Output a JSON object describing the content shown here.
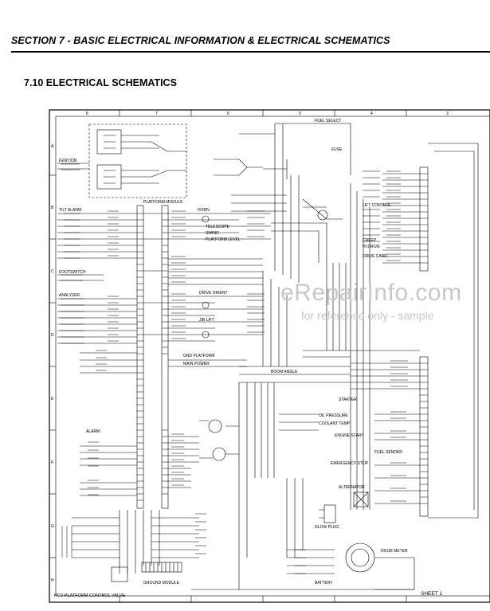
{
  "header": {
    "section_title": "SECTION 7 - BASIC ELECTRICAL INFORMATION & ELECTRICAL SCHEMATICS"
  },
  "page": {
    "subsection_title": "7.10 ELECTRICAL SCHEMATICS"
  },
  "watermark": {
    "main": "eRepairInfo.com",
    "sub": "for reference only - sample"
  },
  "schematic": {
    "sheet_label": "SHEET 1",
    "valve_label": "PCV-PLATFORM CONTROL VALVE",
    "grid_columns": [
      "8",
      "7",
      "6",
      "5",
      "4",
      "3"
    ],
    "grid_rows": [
      "A",
      "B",
      "C",
      "D",
      "E",
      "F",
      "G",
      "H"
    ],
    "labels": {
      "platform_module": "PLATFORM MODULE",
      "ground_module": "GROUND MODULE",
      "tilt_alarm": "TILT ALARM",
      "footswitch": "FOOTSWITCH",
      "analyzer": "ANALYZER",
      "ignition": "IGNITION",
      "horn": "HORN",
      "drive_card": "DRIVE CARD",
      "fuel_select": "FUEL SELECT",
      "starter": "STARTER",
      "engine_start": "ENGINE START",
      "gnd_platform": "GND PLATFORM",
      "emergency_stop": "EMERGENCY STOP",
      "boom_angle": "BOOM ANGLE",
      "drive_orient": "DRIVE ORIENT",
      "jib_lift": "JIB LIFT",
      "telescope": "TELESCOPE",
      "swing": "SWING",
      "platform_level": "PLATFORM LEVEL",
      "lift_control": "LIFT CONTROL",
      "creep": "CREEP",
      "hi_drive": "HI DRIVE",
      "alarm": "ALARM",
      "battery": "BATTERY",
      "fuse": "FUSE",
      "main_power": "MAIN POWER",
      "glow_plug": "GLOW PLUG",
      "oil_pressure": "OIL PRESSURE",
      "coolant_temp": "COOLANT TEMP",
      "fuel_sender": "FUEL SENDER",
      "hour_meter": "HOUR METER",
      "alternator": "ALTERNATOR"
    }
  }
}
